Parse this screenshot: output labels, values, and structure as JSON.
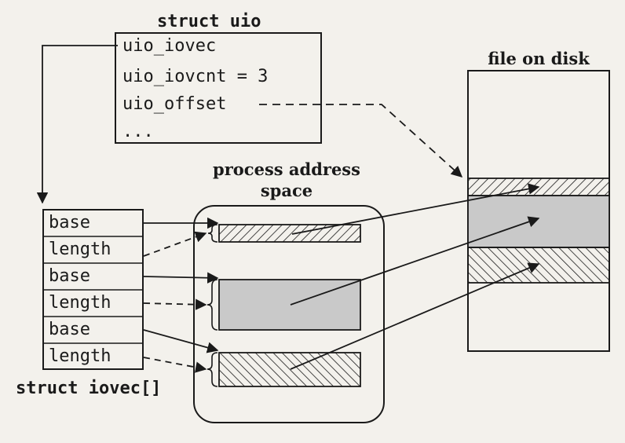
{
  "uio": {
    "title": "struct uio",
    "fields": [
      "uio_iovec",
      "uio_iovcnt = 3",
      "uio_offset",
      "..."
    ]
  },
  "iovec": {
    "title": "struct iovec[]",
    "rows": [
      "base",
      "length",
      "base",
      "length",
      "base",
      "length"
    ]
  },
  "process": {
    "title_line1": "process address",
    "title_line2": "space"
  },
  "file": {
    "title": "file on disk"
  },
  "colors": {
    "background": "#f3f1ec",
    "stroke": "#1a1a1a",
    "gray_fill": "#c9c9c9"
  }
}
